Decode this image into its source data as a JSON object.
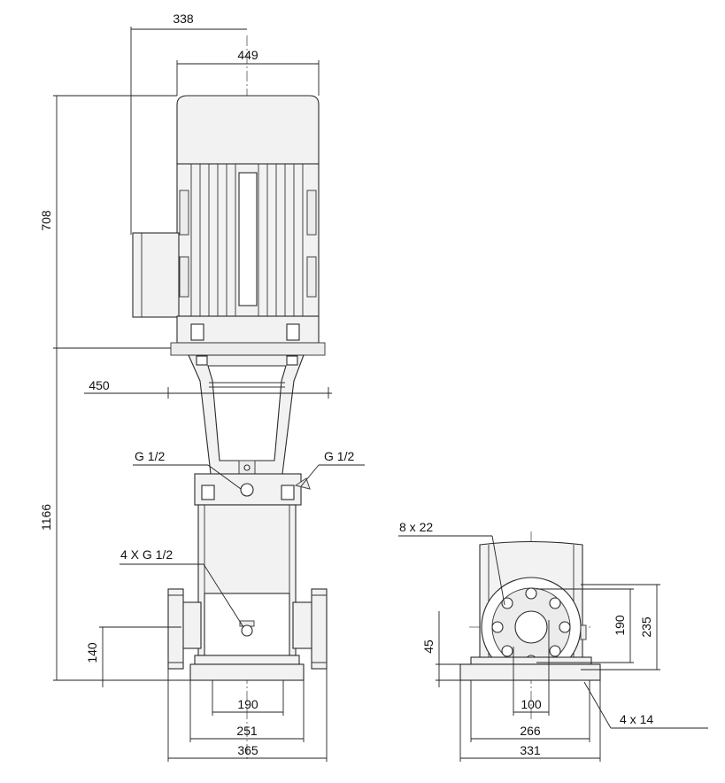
{
  "drawing": {
    "front_view": {
      "dim_top_offset": "338",
      "dim_motor_width": "449",
      "dim_motor_height": "708",
      "dim_bracket_width": "450",
      "dim_total_height": "1166",
      "dim_inlet_height": "140",
      "dim_base_190": "190",
      "dim_base_251": "251",
      "dim_base_365": "365",
      "label_port_left": "G 1/2",
      "label_port_right": "G 1/2",
      "label_ports_bottom": "4 X G 1/2"
    },
    "side_view": {
      "label_bolt_holes": "8 x 22",
      "dim_190": "190",
      "dim_235": "235",
      "dim_45": "45",
      "dim_100": "100",
      "dim_266": "266",
      "dim_331": "331",
      "label_foot_holes": "4 x 14"
    }
  }
}
